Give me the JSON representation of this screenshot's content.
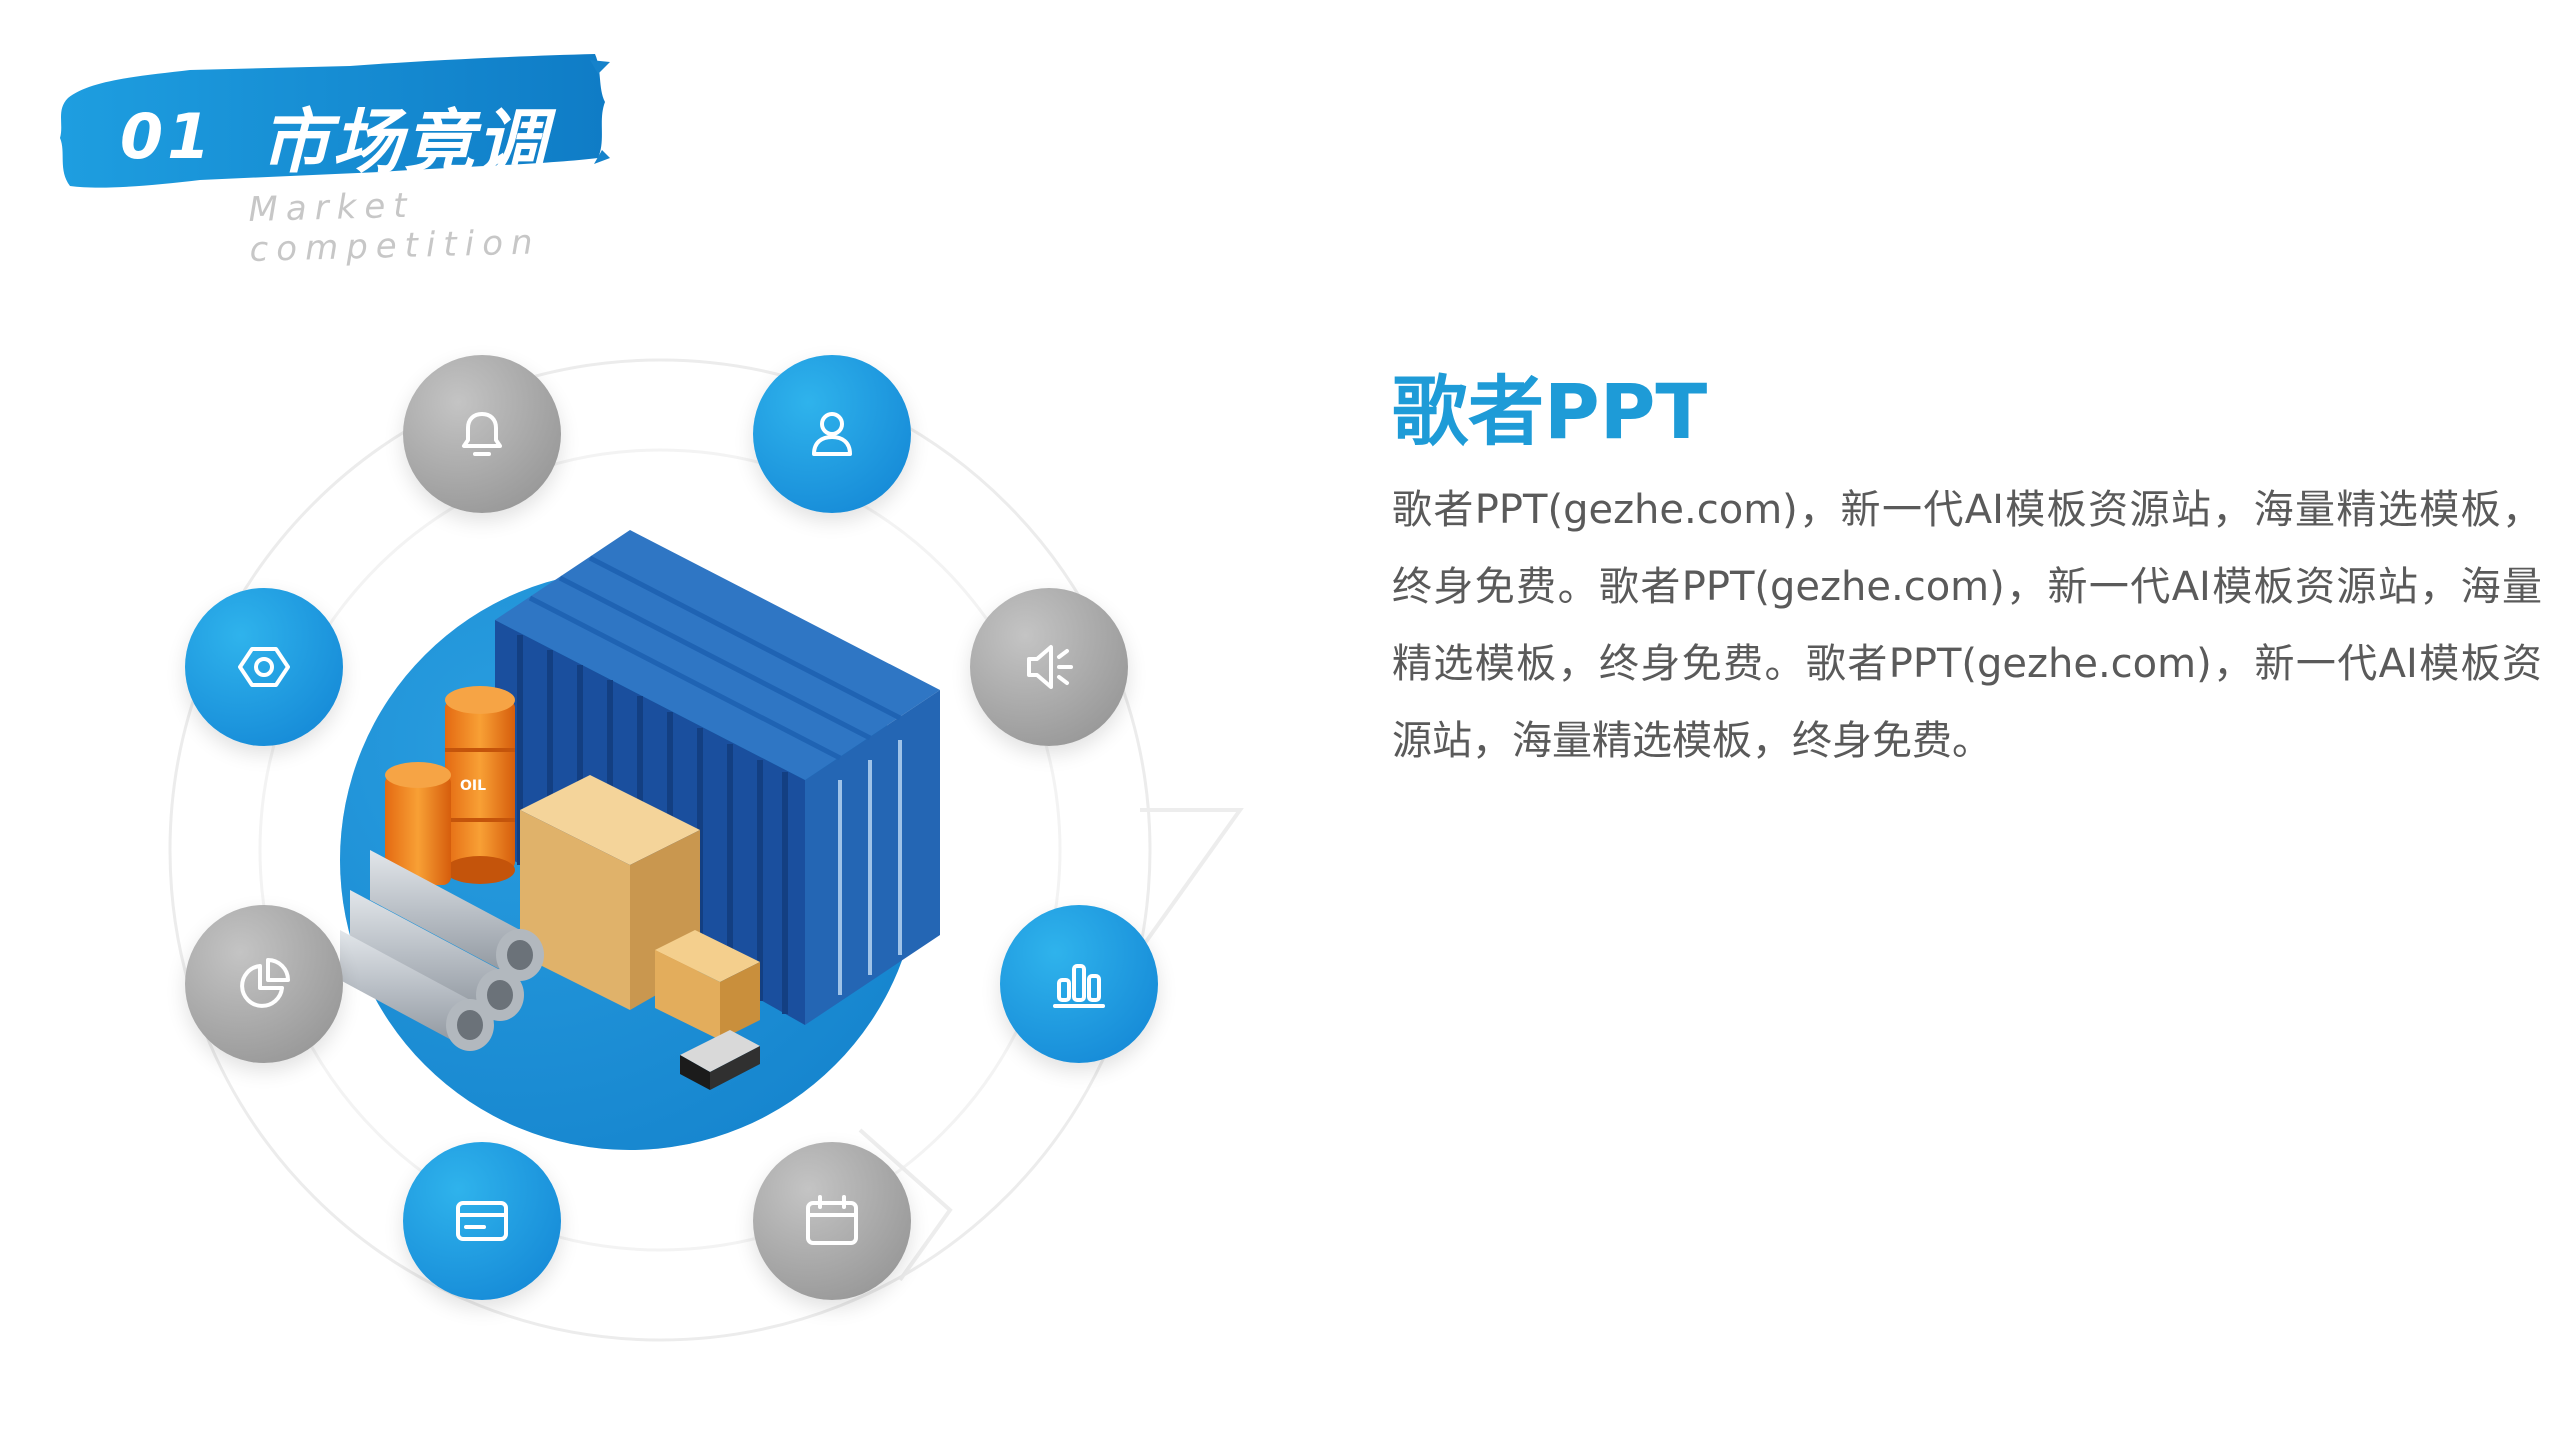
{
  "header": {
    "number": "01",
    "title": "市场竟调",
    "subtitle": "Market competition"
  },
  "diagram": {
    "icons": [
      {
        "name": "bell-icon",
        "color": "gray"
      },
      {
        "name": "user-icon",
        "color": "blue"
      },
      {
        "name": "settings-hexagon-icon",
        "color": "blue"
      },
      {
        "name": "speaker-icon",
        "color": "gray"
      },
      {
        "name": "pie-chart-icon",
        "color": "gray"
      },
      {
        "name": "bar-chart-icon",
        "color": "blue"
      },
      {
        "name": "card-icon",
        "color": "blue"
      },
      {
        "name": "calendar-icon",
        "color": "gray"
      }
    ],
    "illustration": {
      "barrel_label": "OIL"
    },
    "colors": {
      "blue": "#1a95dc",
      "gray": "#a8a8a8",
      "container": "#1b58a8",
      "accent": "#1e9bd7"
    }
  },
  "content": {
    "title": "歌者PPT",
    "body": "歌者PPT(gezhe.com)，新一代AI模板资源站，海量精选模板，终身免费。歌者PPT(gezhe.com)，新一代AI模板资源站，海量精选模板，终身免费。歌者PPT(gezhe.com)，新一代AI模板资源站，海量精选模板，终身免费。"
  }
}
